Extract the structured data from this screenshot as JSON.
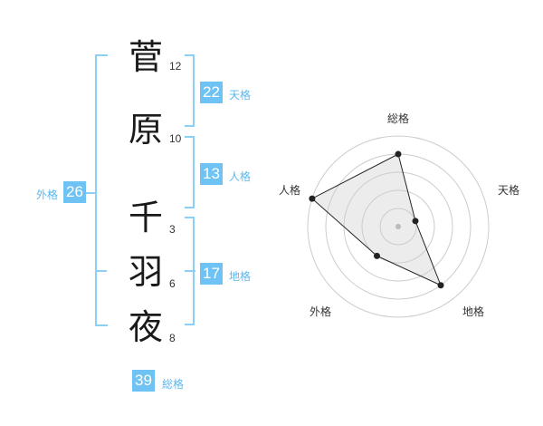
{
  "name_chars": [
    {
      "char": "菅",
      "strokes": "12"
    },
    {
      "char": "原",
      "strokes": "10"
    },
    {
      "char": "千",
      "strokes": "3"
    },
    {
      "char": "羽",
      "strokes": "6"
    },
    {
      "char": "夜",
      "strokes": "8"
    }
  ],
  "fortunes": {
    "tenkaku": {
      "value": "22",
      "label": "天格"
    },
    "jinkaku": {
      "value": "13",
      "label": "人格"
    },
    "chikaku": {
      "value": "17",
      "label": "地格"
    },
    "gaikaku": {
      "value": "26",
      "label": "外格"
    },
    "soukaku": {
      "value": "39",
      "label": "総格"
    }
  },
  "colors": {
    "accent": "#6fc3f4",
    "bracket": "#8cd0f7",
    "label": "#5bb8ee",
    "radar_fill": "#ececec",
    "radar_ring": "#cccccc"
  },
  "chart_data": {
    "type": "radar",
    "axes": [
      "総格",
      "天格",
      "地格",
      "外格",
      "人格"
    ],
    "values": [
      4,
      1,
      4,
      2,
      5
    ],
    "rmax": 5,
    "rings": 5,
    "grid": true
  }
}
